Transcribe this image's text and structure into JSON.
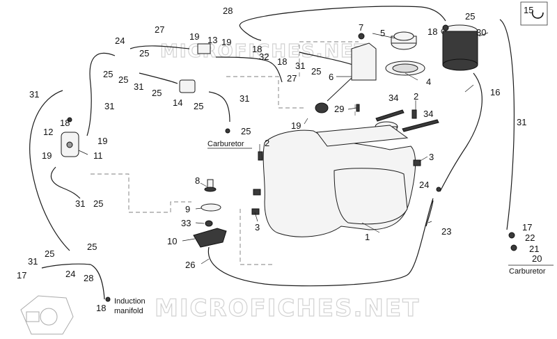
{
  "watermarks": [
    "MICROFICHES.NET",
    "MICROFICHES.NET"
  ],
  "callouts": {
    "c1": "1",
    "c2a": "2",
    "c2b": "2",
    "c3a": "3",
    "c3b": "3",
    "c4": "4",
    "c5": "5",
    "c6": "6",
    "c7": "7",
    "c8": "8",
    "c9": "9",
    "c10": "10",
    "c11": "11",
    "c12": "12",
    "c13": "13",
    "c14": "14",
    "c15": "15",
    "c16": "16",
    "c17a": "17",
    "c17b": "17",
    "c18a": "18",
    "c18b": "18",
    "c18c": "18",
    "c18d": "18",
    "c18e": "18",
    "c19a": "19",
    "c19b": "19",
    "c19c": "19",
    "c19d": "19",
    "c19e": "19",
    "c20": "20",
    "c21": "21",
    "c22": "22",
    "c23": "23",
    "c24a": "24",
    "c24b": "24",
    "c24c": "24",
    "c25a": "25",
    "c25b": "25",
    "c25c": "25",
    "c25d": "25",
    "c25e": "25",
    "c25f": "25",
    "c25g": "25",
    "c25h": "25",
    "c25i": "25",
    "c25j": "25",
    "c25k": "25",
    "c26": "26",
    "c27a": "27",
    "c27b": "27",
    "c28a": "28",
    "c28b": "28",
    "c29": "29",
    "c30": "30",
    "c31a": "31",
    "c31b": "31",
    "c31c": "31",
    "c31d": "31",
    "c31e": "31",
    "c31f": "31",
    "c31g": "31",
    "c31h": "31",
    "c32": "32",
    "c33": "33",
    "c34a": "34",
    "c34b": "34"
  },
  "labels": {
    "carburetor_left": "Carburetor",
    "carburetor_right": "Carburetor",
    "induction_line1": "Induction",
    "induction_line2": "manifold"
  }
}
